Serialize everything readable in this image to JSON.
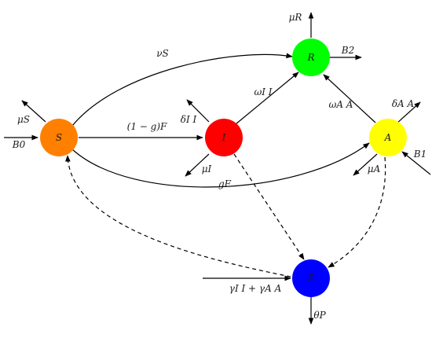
{
  "nodes": {
    "S": {
      "label": "S",
      "color": "#ff8000"
    },
    "I": {
      "label": "I",
      "color": "#ff0000"
    },
    "R": {
      "label": "R",
      "color": "#00ff00"
    },
    "A": {
      "label": "A",
      "color": "#ffff00"
    },
    "P": {
      "label": "P",
      "color": "#0000ff"
    }
  },
  "edges": {
    "nu_s": "νS",
    "one_minus_g_f": "(1 − g)F",
    "g_f": "gF",
    "omega_i_i": "ωI I",
    "omega_a_a": "ωA A",
    "b0": "B0",
    "b1": "B1",
    "b2": "B2",
    "mu_s": "μS",
    "mu_i": "μI",
    "mu_r": "μR",
    "mu_a": "μA",
    "delta_i_i": "δI I",
    "delta_a_a": "δA A",
    "gamma_in": "γI I + γA A",
    "theta_p": "θP"
  }
}
